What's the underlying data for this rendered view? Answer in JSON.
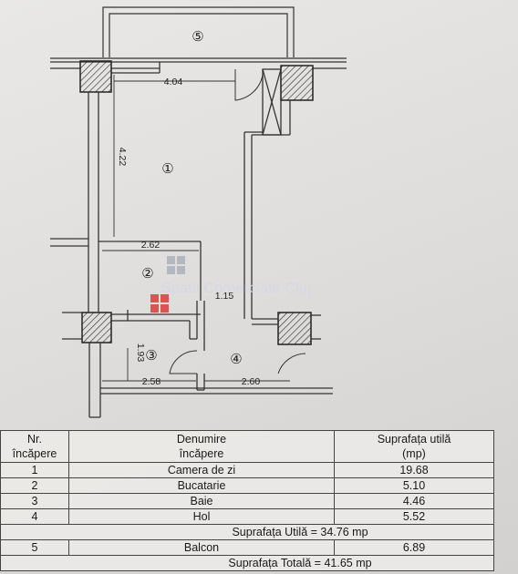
{
  "plan": {
    "room_labels": [
      "⑤",
      "①",
      "②",
      "③",
      "④"
    ],
    "dimensions": {
      "top_width": "4.04",
      "room1_height": "4.22",
      "kitchen_width": "2.62",
      "corridor_width": "1.15",
      "bath_height": "1.93",
      "bath_width": "2.58",
      "hall_width": "2.60"
    },
    "watermark": "Spatii Comerciale Cluj"
  },
  "table": {
    "headers": {
      "nr": "Nr.\nîncăpere",
      "name": "Denumire\nîncăpere",
      "area": "Suprafața utilă\n(mp)"
    },
    "rows": [
      {
        "nr": "1",
        "name": "Camera de zi",
        "area": "19.68"
      },
      {
        "nr": "2",
        "name": "Bucatarie",
        "area": "5.10"
      },
      {
        "nr": "3",
        "name": "Baie",
        "area": "4.46"
      },
      {
        "nr": "4",
        "name": "Hol",
        "area": "5.52"
      }
    ],
    "useful_total": "Suprafața Utilă = 34.76 mp",
    "balcony": {
      "nr": "5",
      "name": "Balcon",
      "area": "6.89"
    },
    "grand_total": "Suprafața Totală = 41.65 mp"
  }
}
